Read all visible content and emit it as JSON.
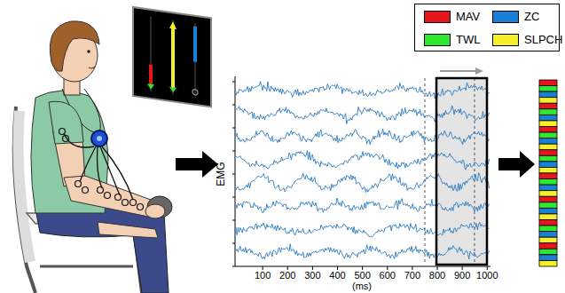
{
  "diagram": {
    "labels": [
      "EMG",
      "(ms)",
      "100",
      "200",
      "300",
      "400",
      "500",
      "600",
      "700",
      "800",
      "900",
      "1000"
    ],
    "legend": [
      {
        "text": "MAV",
        "color": "#e8141c"
      },
      {
        "text": "ZC",
        "color": "#1a7fd6"
      },
      {
        "text": "TWL",
        "color": "#2ee82e"
      },
      {
        "text": "SLPCH",
        "color": "#f5ef2a"
      }
    ]
  }
}
